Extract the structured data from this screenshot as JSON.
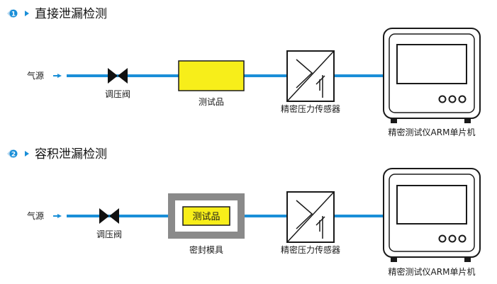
{
  "colors": {
    "pipe": "#1a8fd8",
    "accent": "#1a8fd8",
    "product_fill": "#f7ee1a",
    "mold_gray": "#8a8a8a",
    "line": "#1a1a1a"
  },
  "sections": [
    {
      "badge": "1",
      "title": "直接泄漏检测",
      "source_label": "气源",
      "valve_label": "调压阀",
      "product_label": "测试品",
      "sensor_label": "精密压力传感器",
      "device_label": "精密测试仪ARM单片机"
    },
    {
      "badge": "2",
      "title": "容积泄漏检测",
      "source_label": "气源",
      "valve_label": "调压阀",
      "product_label": "测试品",
      "mold_label": "密封模具",
      "sensor_label": "精密压力传感器",
      "device_label": "精密测试仪ARM单片机"
    }
  ]
}
